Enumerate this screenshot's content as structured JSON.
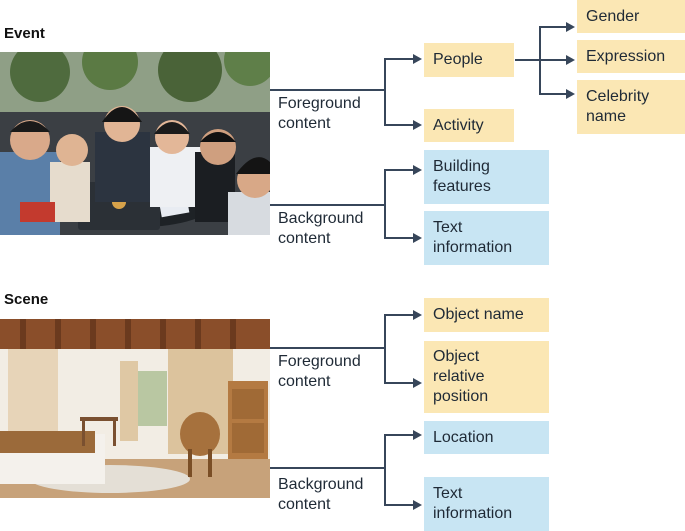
{
  "sections": [
    {
      "title": "Event",
      "foreground": {
        "label_lines": [
          "Foreground",
          "content"
        ],
        "items": [
          {
            "lines": [
              "People"
            ]
          },
          {
            "lines": [
              "Activity"
            ]
          }
        ],
        "people_attributes": [
          {
            "lines": [
              "Gender"
            ]
          },
          {
            "lines": [
              "Expression"
            ]
          },
          {
            "lines": [
              "Celebrity",
              "name"
            ]
          }
        ]
      },
      "background": {
        "label_lines": [
          "Background",
          "content"
        ],
        "items": [
          {
            "lines": [
              "Building",
              "features"
            ]
          },
          {
            "lines": [
              "Text",
              "information"
            ]
          }
        ]
      }
    },
    {
      "title": "Scene",
      "foreground": {
        "label_lines": [
          "Foreground",
          "content"
        ],
        "items": [
          {
            "lines": [
              "Object name"
            ]
          },
          {
            "lines": [
              "Object",
              "relative",
              "position"
            ]
          }
        ]
      },
      "background": {
        "label_lines": [
          "Background",
          "content"
        ],
        "items": [
          {
            "lines": [
              "Location"
            ]
          },
          {
            "lines": [
              "Text",
              "information"
            ]
          }
        ]
      }
    }
  ],
  "colors": {
    "foreground_box": "#fbe7b4",
    "background_box": "#c8e5f3",
    "connector": "#37465a"
  }
}
